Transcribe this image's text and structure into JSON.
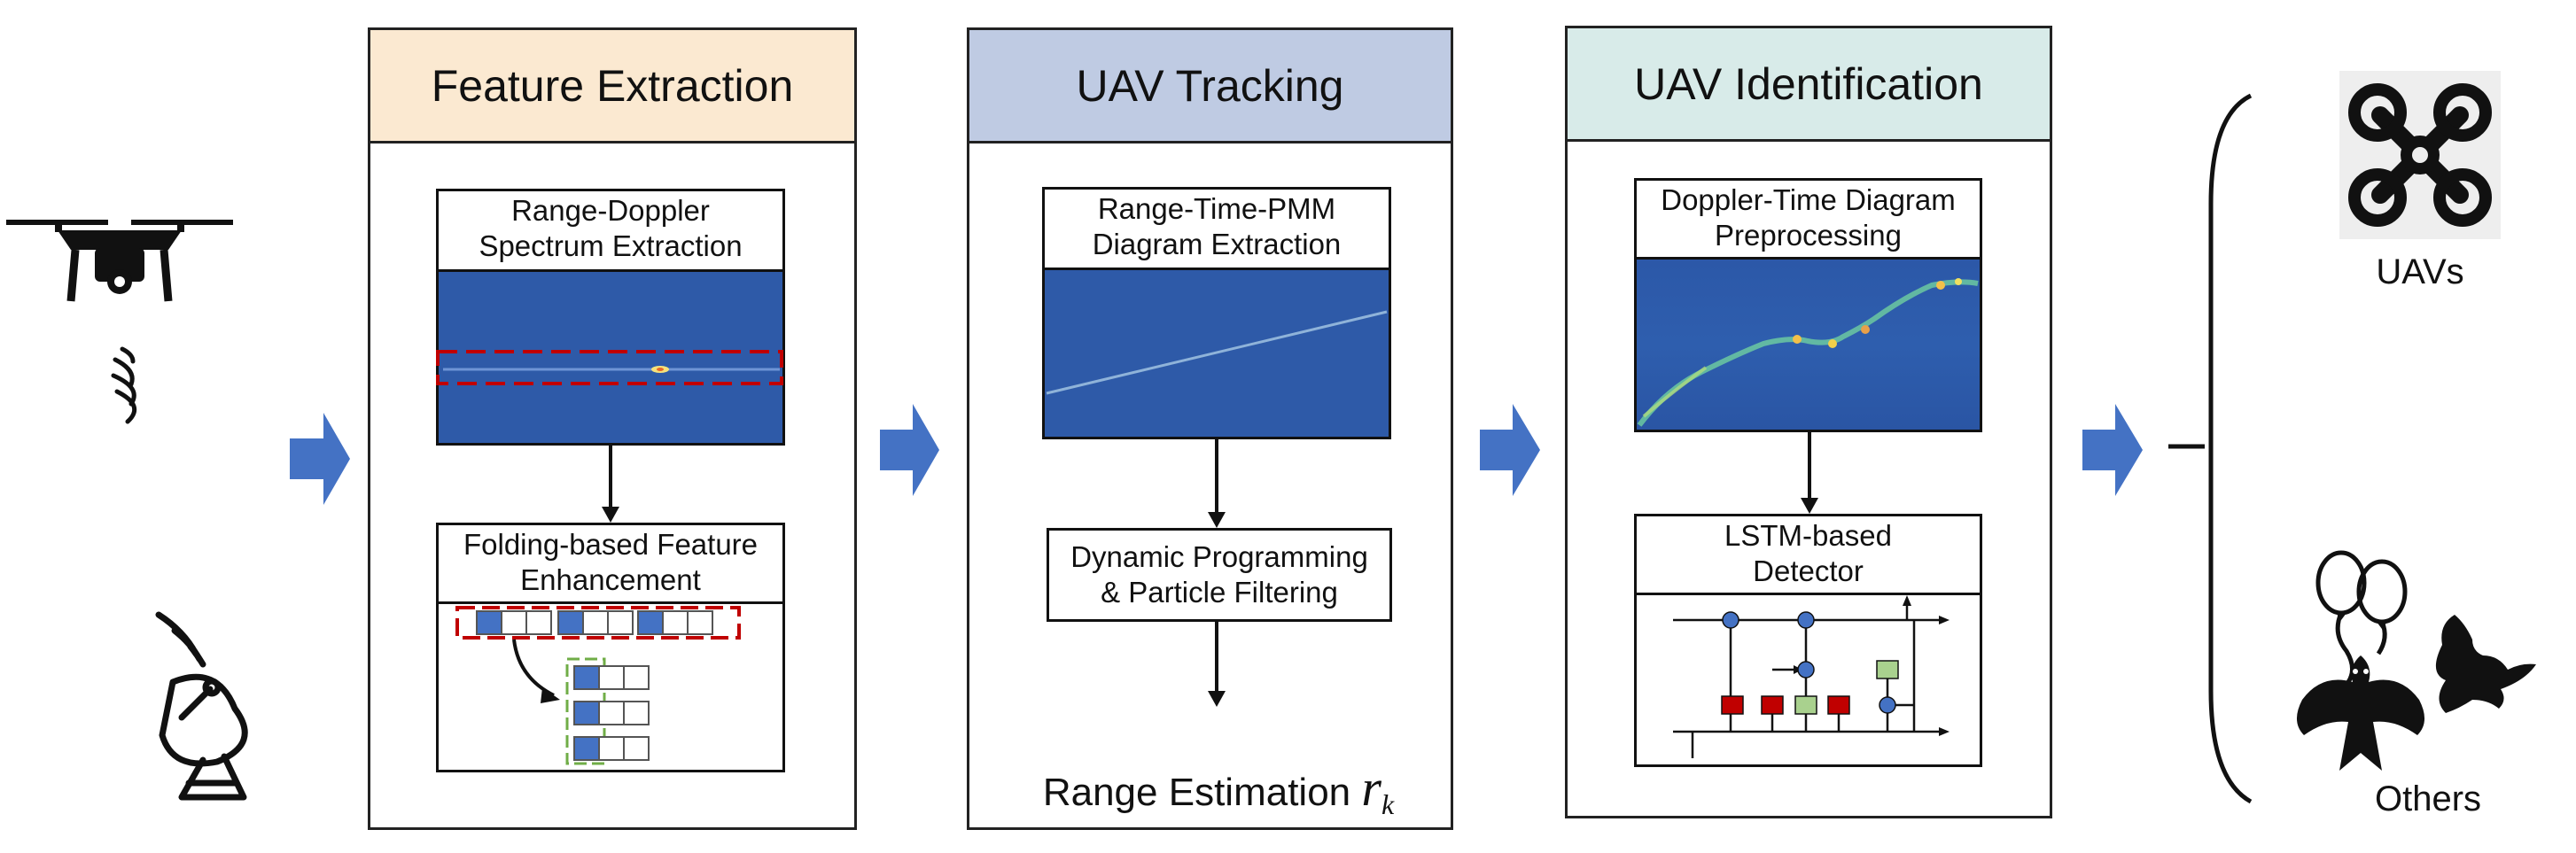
{
  "stages": [
    {
      "title": "Feature Extraction",
      "header_color": "#fbe9d1",
      "top_box": "Range-Doppler\nSpectrum Extraction",
      "bottom_box": "Folding-based Feature\nEnhancement"
    },
    {
      "title": "UAV Tracking",
      "header_color": "#bfcbe3",
      "top_box": "Range-Time-PMM\nDiagram Extraction",
      "bottom_box": "Dynamic Programming\n& Particle Filtering",
      "output_text": "Range Estimation ",
      "output_symbol": "r",
      "output_subscript": "k"
    },
    {
      "title": "UAV Identification",
      "header_color": "#d8ebe9",
      "top_box": "Doppler-Time Diagram\nPreprocessing",
      "bottom_box": "LSTM-based\nDetector"
    }
  ],
  "outputs": {
    "uav_label": "UAVs",
    "others_label": "Others"
  },
  "colors": {
    "arrow_blue": "#4472c4",
    "spectrum_blue": "#2e5aa8",
    "dashed_red": "#c00000",
    "cell_blue": "#4472c4",
    "cell_green": "#70ad47",
    "lstm_red": "#c00000",
    "lstm_green": "#a9d18e"
  }
}
